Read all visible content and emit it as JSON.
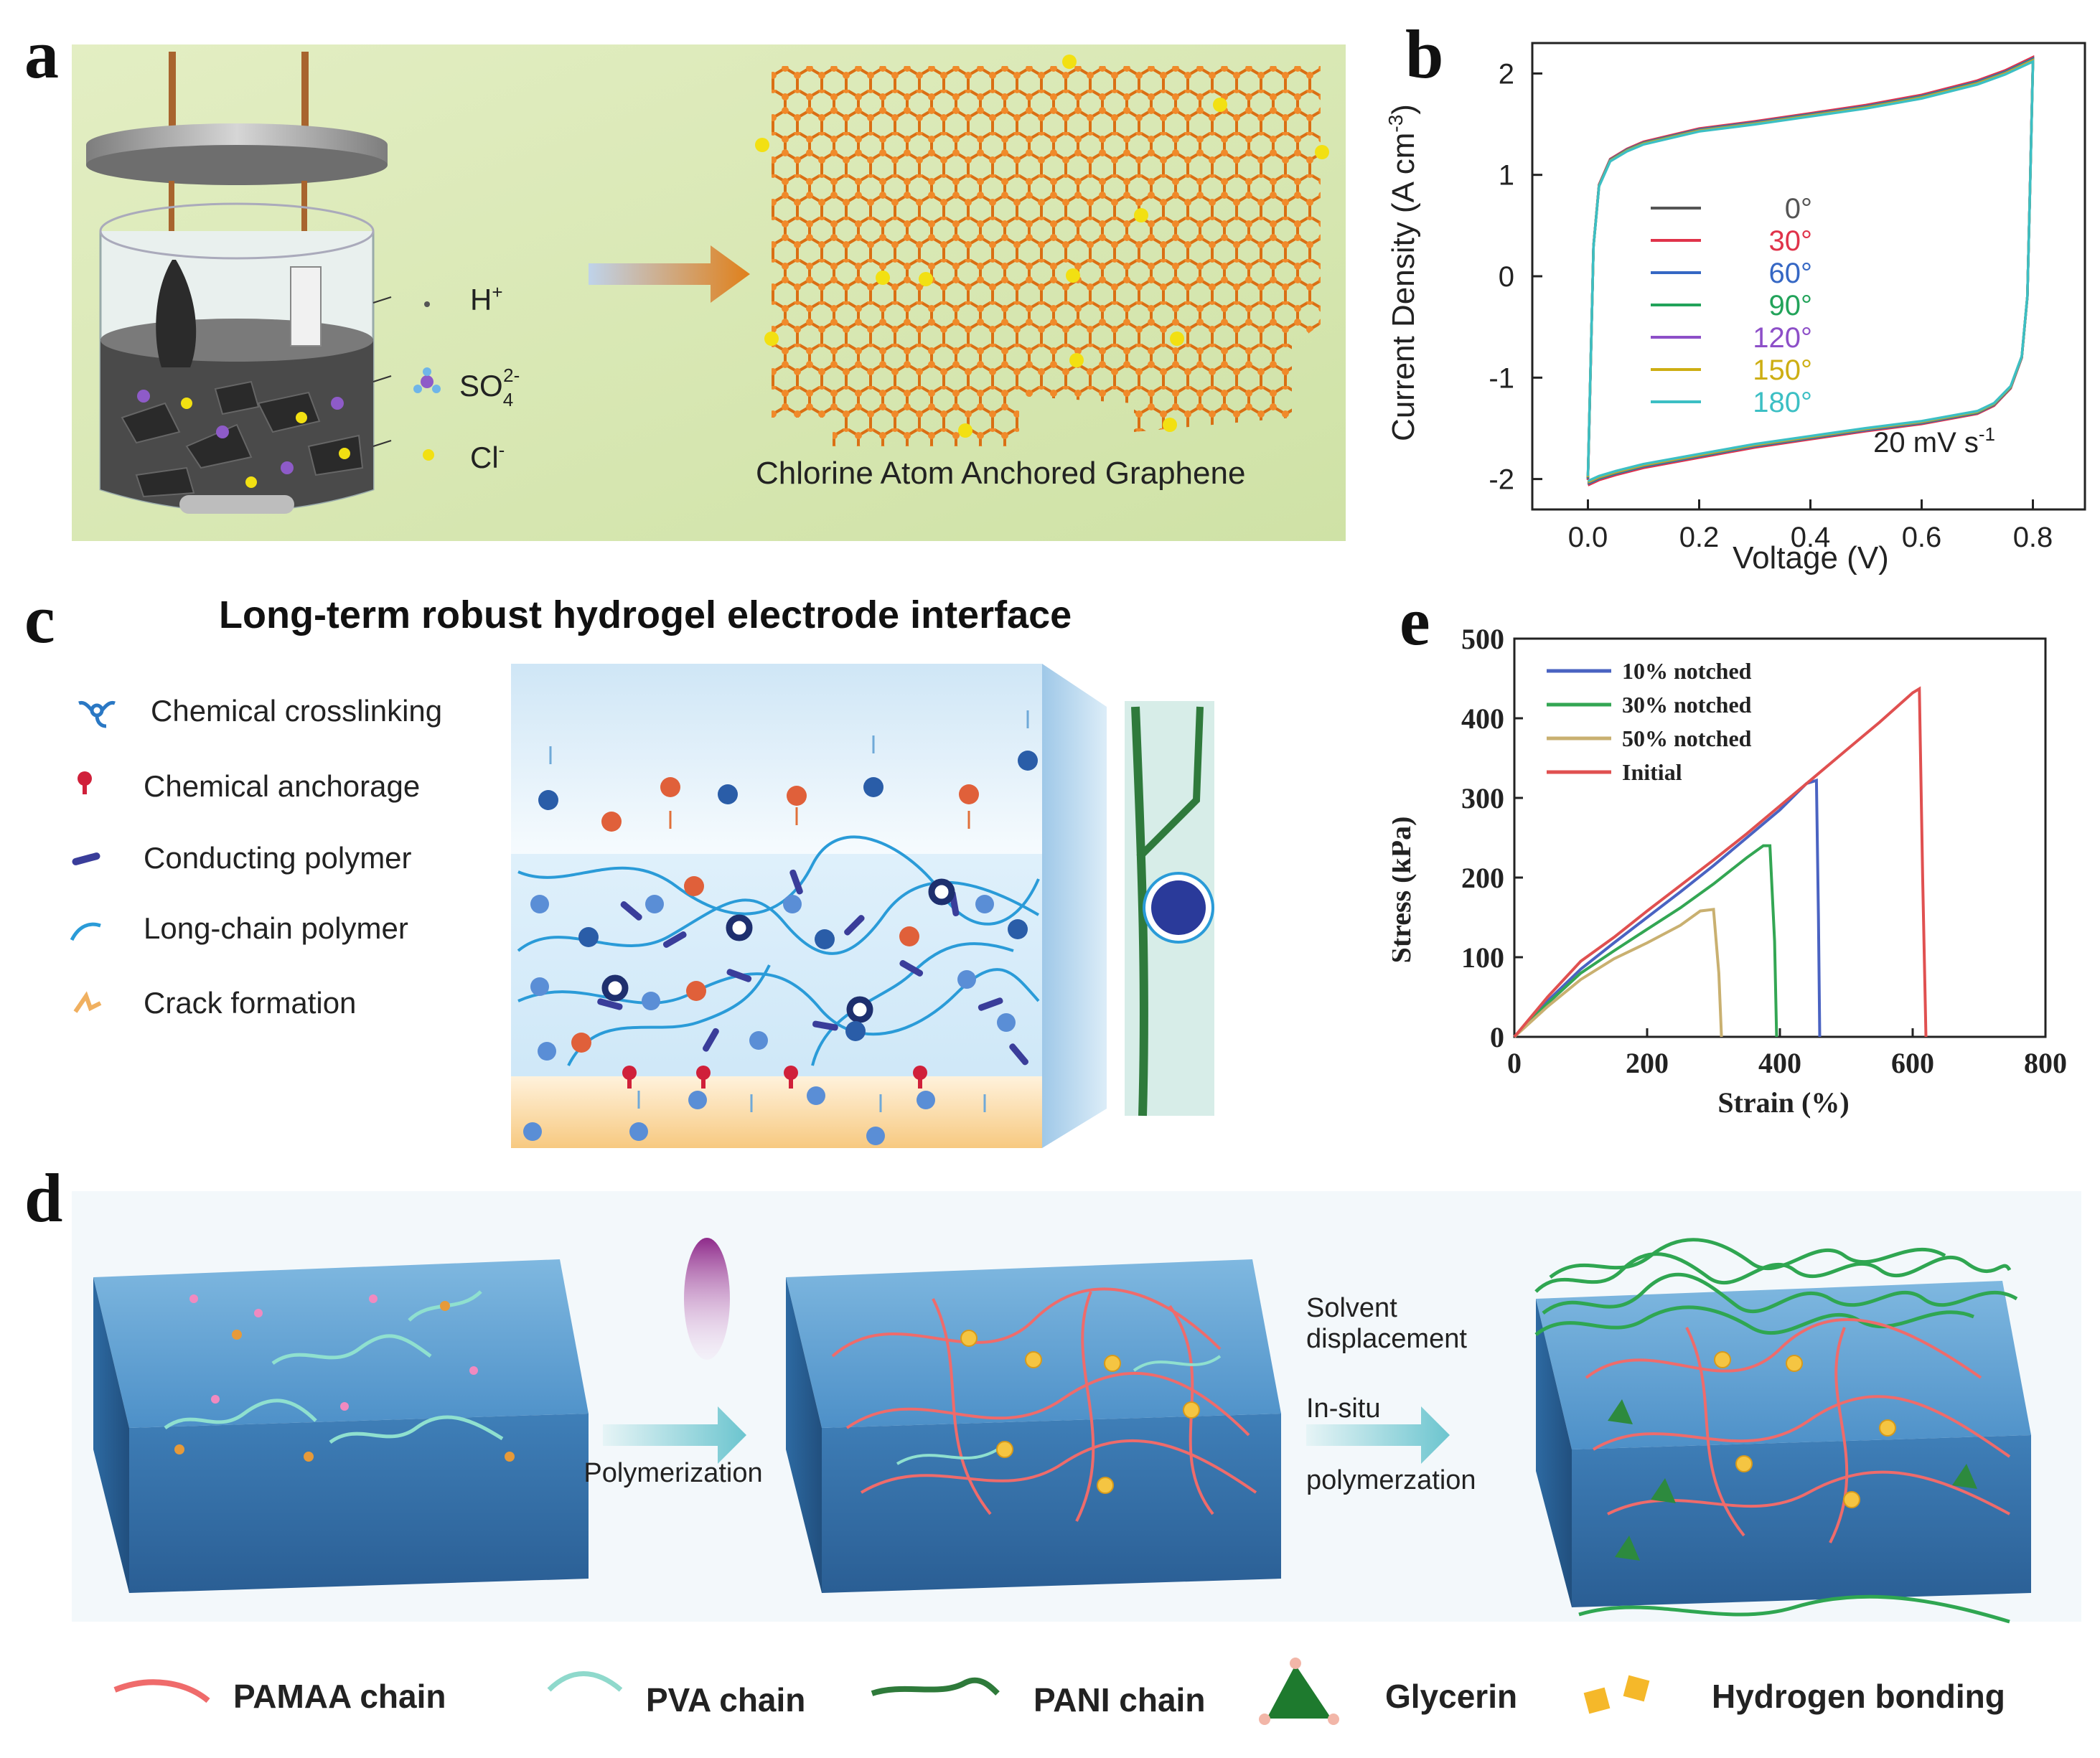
{
  "panels": {
    "a": {
      "letter": "a",
      "ion_h": "H",
      "ion_h_sup": "+",
      "ion_so4": "SO",
      "ion_so4_sub": "4",
      "ion_so4_sup": "2-",
      "ion_cl": "Cl",
      "ion_cl_sup": "-",
      "product_label": "Chlorine Atom Anchored Graphene"
    },
    "b": {
      "letter": "b",
      "ylabel": "Current Density (A cm",
      "ylabel_sup": "-3",
      "ylabel_end": ")",
      "xlabel": "Voltage (V)",
      "annotation": "20 mV s",
      "annotation_sup": "-1"
    },
    "c": {
      "letter": "c",
      "title": "Long-term robust hydrogel electrode interface",
      "legend": [
        {
          "label": "Chemical crosslinking"
        },
        {
          "label": "Chemical anchorage"
        },
        {
          "label": "Conducting polymer"
        },
        {
          "label": "Long-chain polymer"
        },
        {
          "label": "Crack formation"
        }
      ]
    },
    "d": {
      "letter": "d",
      "step1": "Polymerization",
      "step2_a": "Solvent",
      "step2_b": "displacement",
      "step2_c": "In-situ",
      "step2_d": "polymerzation",
      "legend": [
        {
          "label": "PAMAA chain"
        },
        {
          "label": "PVA chain"
        },
        {
          "label": "PANI chain"
        },
        {
          "label": "Glycerin"
        },
        {
          "label": "Hydrogen bonding"
        }
      ]
    },
    "e": {
      "letter": "e",
      "ylabel": "Stress (kPa)",
      "xlabel": "Strain (%)"
    }
  },
  "colors": {
    "panel_a_bg": "#d9e8b6",
    "graphene": "#e07a1a",
    "chlorine": "#f2e012",
    "hydrogel_blue": "#5aa6d6",
    "pamaa_red": "#ef6b6b",
    "pva_teal": "#7fd3c6",
    "pani_green": "#2f8a45"
  },
  "chart_data": [
    {
      "panel": "b",
      "type": "line",
      "xlabel": "Voltage (V)",
      "ylabel": "Current Density (A cm-3)",
      "xlim": [
        -0.1,
        0.9
      ],
      "ylim": [
        -2.3,
        2.3
      ],
      "xticks": [
        0.0,
        0.2,
        0.4,
        0.6,
        0.8
      ],
      "yticks": [
        -2,
        -1,
        0,
        1,
        2
      ],
      "xtick_labels": [
        "0.0",
        "0.2",
        "0.4",
        "0.6",
        "0.8"
      ],
      "ytick_labels": [
        "-2",
        "-1",
        "0",
        "1",
        "2"
      ],
      "legend_placement": "center-left",
      "series": [
        {
          "name": "0°",
          "color": "#555555",
          "scale": 1.0
        },
        {
          "name": "30°",
          "color": "#e0334a",
          "scale": 1.005
        },
        {
          "name": "60°",
          "color": "#3567c4",
          "scale": 0.998
        },
        {
          "name": "90°",
          "color": "#22a35a",
          "scale": 0.995
        },
        {
          "name": "120°",
          "color": "#8d4fc8",
          "scale": 0.992
        },
        {
          "name": "150°",
          "color": "#cdae13",
          "scale": 0.99
        },
        {
          "name": "180°",
          "color": "#3cbfc4",
          "scale": 0.985
        }
      ],
      "upper_branch": {
        "x": [
          0.0,
          0.01,
          0.02,
          0.04,
          0.07,
          0.1,
          0.2,
          0.3,
          0.4,
          0.5,
          0.6,
          0.7,
          0.75,
          0.8
        ],
        "y": [
          -2.0,
          0.3,
          0.9,
          1.15,
          1.25,
          1.32,
          1.45,
          1.52,
          1.6,
          1.68,
          1.78,
          1.92,
          2.02,
          2.15
        ]
      },
      "lower_branch": {
        "x": [
          0.8,
          0.795,
          0.79,
          0.78,
          0.76,
          0.73,
          0.7,
          0.6,
          0.5,
          0.4,
          0.3,
          0.2,
          0.1,
          0.05,
          0.02,
          0.0
        ],
        "y": [
          2.1,
          0.9,
          -0.2,
          -0.8,
          -1.1,
          -1.27,
          -1.35,
          -1.45,
          -1.52,
          -1.6,
          -1.68,
          -1.78,
          -1.88,
          -1.95,
          -2.0,
          -2.05
        ]
      }
    },
    {
      "panel": "e",
      "type": "line",
      "xlabel": "Strain (%)",
      "ylabel": "Stress (kPa)",
      "xlim": [
        0,
        800
      ],
      "ylim": [
        0,
        500
      ],
      "xticks": [
        0,
        200,
        400,
        600,
        800
      ],
      "yticks": [
        0,
        100,
        200,
        300,
        400,
        500
      ],
      "xtick_labels": [
        "0",
        "200",
        "400",
        "600",
        "800"
      ],
      "ytick_labels": [
        "0",
        "100",
        "200",
        "300",
        "400",
        "500"
      ],
      "legend_placement": "top-left",
      "series": [
        {
          "name": "10% notched",
          "color": "#4a63c2",
          "x": [
            0,
            50,
            100,
            150,
            200,
            250,
            300,
            350,
            400,
            440,
            455,
            458,
            460
          ],
          "y": [
            0,
            45,
            85,
            118,
            150,
            182,
            215,
            250,
            285,
            318,
            322,
            150,
            0
          ]
        },
        {
          "name": "30% notched",
          "color": "#33a653",
          "x": [
            0,
            50,
            100,
            150,
            200,
            250,
            300,
            350,
            375,
            385,
            392,
            395
          ],
          "y": [
            0,
            42,
            80,
            108,
            135,
            162,
            192,
            225,
            240,
            240,
            120,
            0
          ]
        },
        {
          "name": "50% notched",
          "color": "#c9b070",
          "x": [
            0,
            50,
            100,
            150,
            200,
            250,
            280,
            300,
            308,
            312
          ],
          "y": [
            0,
            38,
            72,
            98,
            118,
            140,
            158,
            160,
            80,
            0
          ]
        },
        {
          "name": "Initial",
          "color": "#e05050",
          "x": [
            0,
            50,
            100,
            150,
            200,
            250,
            300,
            350,
            400,
            450,
            500,
            550,
            600,
            610,
            615,
            620
          ],
          "y": [
            0,
            50,
            95,
            125,
            158,
            190,
            222,
            255,
            290,
            325,
            360,
            395,
            432,
            437,
            200,
            0
          ]
        }
      ]
    }
  ]
}
